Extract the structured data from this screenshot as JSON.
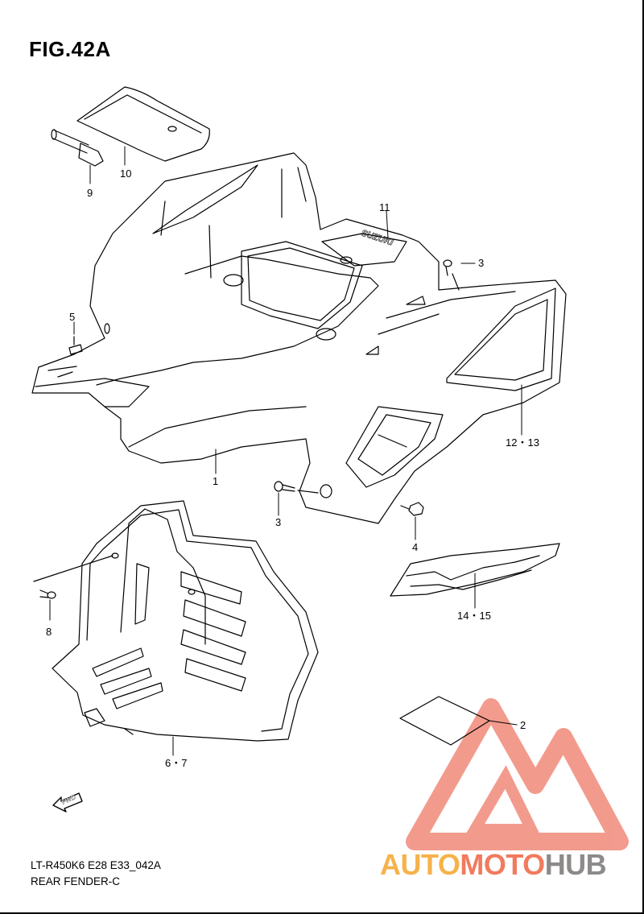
{
  "figure": {
    "title": "FIG.42A",
    "code": "LT-R450K6 E28 E33_042A",
    "name": "REAR FENDER-C"
  },
  "callouts": {
    "c1": "1",
    "c2": "2",
    "c3a": "3",
    "c3b": "3",
    "c4": "4",
    "c5": "5",
    "c67": "6・7",
    "c8": "8",
    "c9": "9",
    "c10": "10",
    "c11": "11",
    "c1213": "12・13",
    "c1415": "14・15"
  },
  "labels": {
    "fwd": "FWD",
    "fender_logo": "SUZUKI"
  },
  "watermark": {
    "part1": "AUTO",
    "part2": "MOTO",
    "part3": "HUB",
    "colors": {
      "orange": "#f6b24a",
      "coral": "#f27a5e",
      "gray": "#8d8a8a"
    }
  }
}
